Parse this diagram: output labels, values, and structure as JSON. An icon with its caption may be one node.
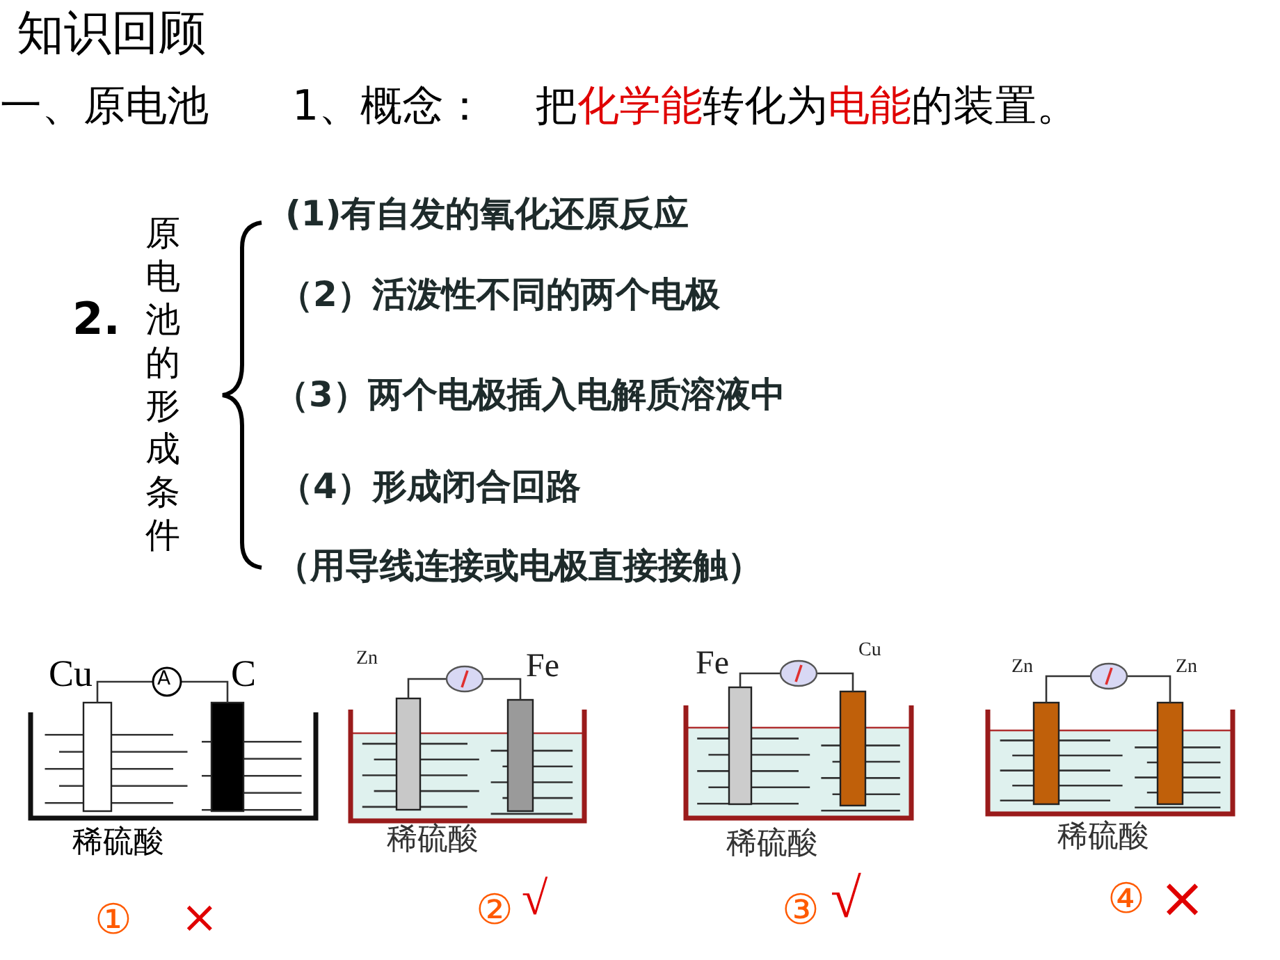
{
  "diagram": {
    "title": "知识回顾",
    "labels": [
      "一、原电池",
      "1、概念：",
      "把",
      "化学能",
      "转化为",
      "电能",
      "的装置。",
      "2.",
      "原电池的形成条件",
      "(1)有自发的氧化还原反应",
      "（2）活泼性不同的两个电极",
      "（3）两个电极插入电解质溶液中",
      "（4）形成闭合回路",
      "（用导线连接或电极直接接触）",
      "Cu",
      "A",
      "C",
      "稀硫酸",
      "①",
      "×",
      "Zn",
      "Fe",
      "稀硫酸",
      "②",
      "√",
      "Fe",
      "Cu",
      "稀硫酸",
      "③",
      "√",
      "Zn",
      "Zn",
      "稀硫酸",
      "④",
      "×"
    ]
  }
}
